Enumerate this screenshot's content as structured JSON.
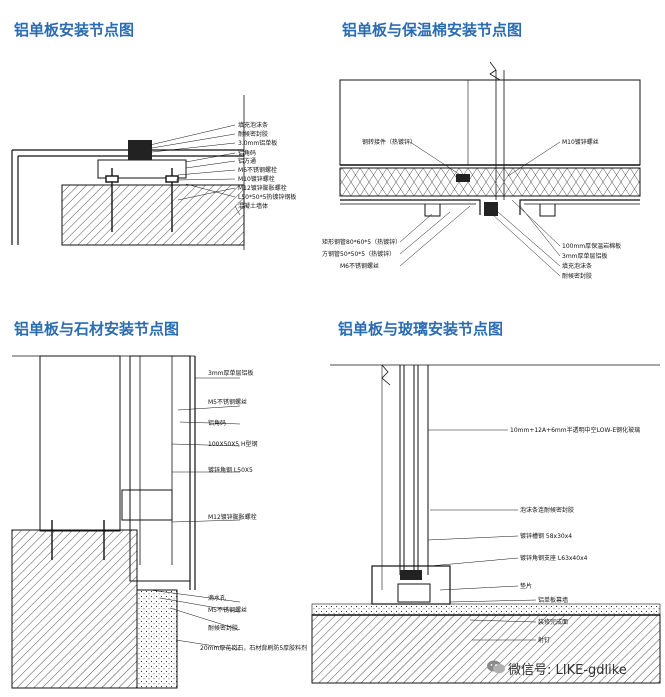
{
  "titles": {
    "t1": "铝单板安装节点图",
    "t2": "铝单板与保温棉安装节点图",
    "t3": "铝单板与石材安装节点图",
    "t4": "铝单板与玻璃安装节点图"
  },
  "d1": {
    "labels": [
      "填充泡沫条",
      "耐候密封胶",
      "3.0mm铝单板",
      "铝角码",
      "铝方通",
      "M6不锈钢螺栓",
      "M10镀锌螺栓",
      "M12镀锌膨胀螺栓",
      "L50*50*5热镀锌钢板",
      "混凝土墙体"
    ]
  },
  "d2": {
    "labels_left": [
      "钢转接件（热镀锌）",
      "矩形钢管80*60*5（热镀锌）",
      "方钢管50*50*5（热镀锌）",
      "M6不锈钢螺丝"
    ],
    "labels_right": [
      "M10镀锌螺丝",
      "100mm厚保温岩棉板",
      "3mm厚单层铝板",
      "填充泡沫条",
      "耐候密封胶"
    ]
  },
  "d3": {
    "labels": [
      "3mm厚单层铝板",
      "M5不锈钢螺丝",
      "铝角码",
      "100X50X5 H型钢",
      "镀锌角钢 L50X5",
      "M12镀锌膨胀螺栓",
      "滴水孔",
      "M5不锈钢螺丝",
      "耐候密封胶",
      "20mm厚花岗石，石材背刷防5厚胶料剂"
    ]
  },
  "d4": {
    "labels": [
      "10mm+12A+6mm半透明中空LOW-E钢化玻璃",
      "泡沫条连耐候密封胶",
      "镀锌槽钢 58x30x4",
      "镀锌角钢支座 L63x40x4",
      "垫片",
      "铝单板幕墙",
      "装修完成面",
      "射钉"
    ]
  },
  "watermark": {
    "text": "微信号: LIKE-gdlike",
    "icon": "wechat-icon"
  }
}
